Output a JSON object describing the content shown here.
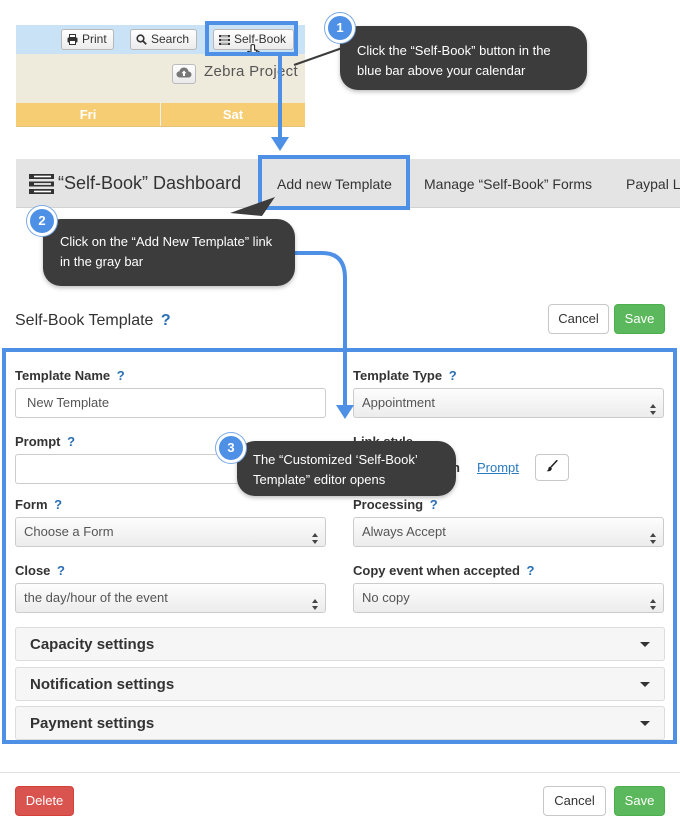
{
  "calendar": {
    "print_label": "Print",
    "search_label": "Search",
    "selfbook_label": "Self-Book",
    "project_name": "Zebra Project",
    "days": [
      "Fri",
      "Sat"
    ]
  },
  "callouts": [
    {
      "number": "1",
      "text": "Click the “Self-Book” button in the blue bar above your calendar"
    },
    {
      "number": "2",
      "text": "Click on the “Add New Template” link in the gray bar"
    },
    {
      "number": "3",
      "text": "The “Customized ‘Self-Book’ Template” editor opens"
    }
  ],
  "dashboard": {
    "title": "“Self-Book” Dashboard",
    "links": {
      "add_template": "Add new Template",
      "manage_forms": "Manage “Self-Book” Forms",
      "paypal": "Paypal L"
    }
  },
  "template": {
    "title": "Self-Book Template",
    "help": "?",
    "cancel_label": "Cancel",
    "save_label": "Save",
    "fields": {
      "template_name": {
        "label": "Template Name",
        "value": "New Template"
      },
      "template_type": {
        "label": "Template Type",
        "value": "Appointment"
      },
      "prompt": {
        "label": "Prompt",
        "value": ""
      },
      "link_style": {
        "label": "Link style",
        "partial_text": "n",
        "link_text": "Prompt"
      },
      "form": {
        "label": "Form",
        "value": "Choose a Form"
      },
      "processing": {
        "label": "Processing",
        "value": "Always Accept"
      },
      "close": {
        "label": "Close",
        "value": "the day/hour of the event"
      },
      "copy_event": {
        "label": "Copy event when accepted",
        "value": "No copy"
      }
    },
    "sections": [
      "Capacity settings",
      "Notification settings",
      "Payment settings"
    ]
  },
  "footer": {
    "delete_label": "Delete",
    "cancel_label": "Cancel",
    "save_label": "Save"
  },
  "colors": {
    "highlight": "#4e90e6",
    "callout_bg": "#3c3c3c",
    "toolbar_blue": "#c9e2f5",
    "day_header": "#f6cd73",
    "success": "#5cb85c",
    "danger": "#d9534f",
    "help": "#2a6fb5"
  }
}
